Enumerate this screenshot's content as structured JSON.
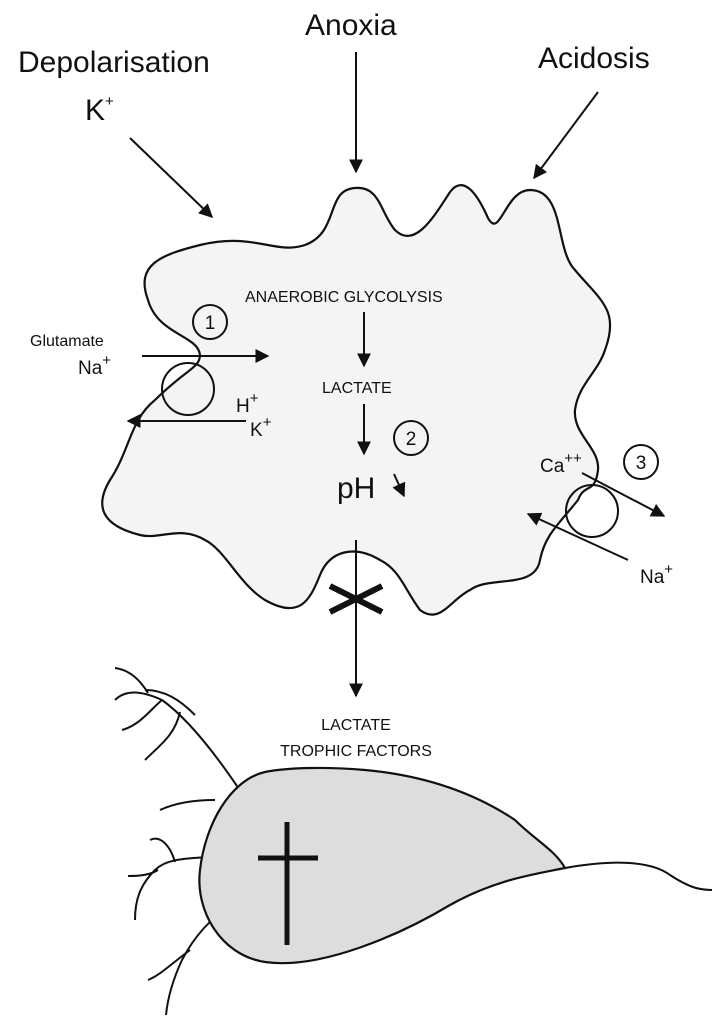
{
  "stimuli": {
    "depolarisation": "Depolarisation",
    "potassium": "K",
    "potassium_charge": "+",
    "anoxia": "Anoxia",
    "acidosis": "Acidosis"
  },
  "astrocyte": {
    "glycolysis": "ANAEROBIC GLYCOLYSIS",
    "lactate": "LACTATE",
    "ph": "pH",
    "step1": "1",
    "step2": "2",
    "step3": "3"
  },
  "transporter_left": {
    "glutamate": "Glutamate",
    "sodium": "Na",
    "sodium_charge": "+",
    "hydrogen": "H",
    "hydrogen_charge": "+",
    "potassium": "K",
    "potassium_charge": "+"
  },
  "transporter_right": {
    "calcium": "Ca",
    "calcium_charge": "++",
    "sodium": "Na",
    "sodium_charge": "+"
  },
  "output": {
    "line1": "LACTATE",
    "line2": "TROPHIC FACTORS"
  }
}
